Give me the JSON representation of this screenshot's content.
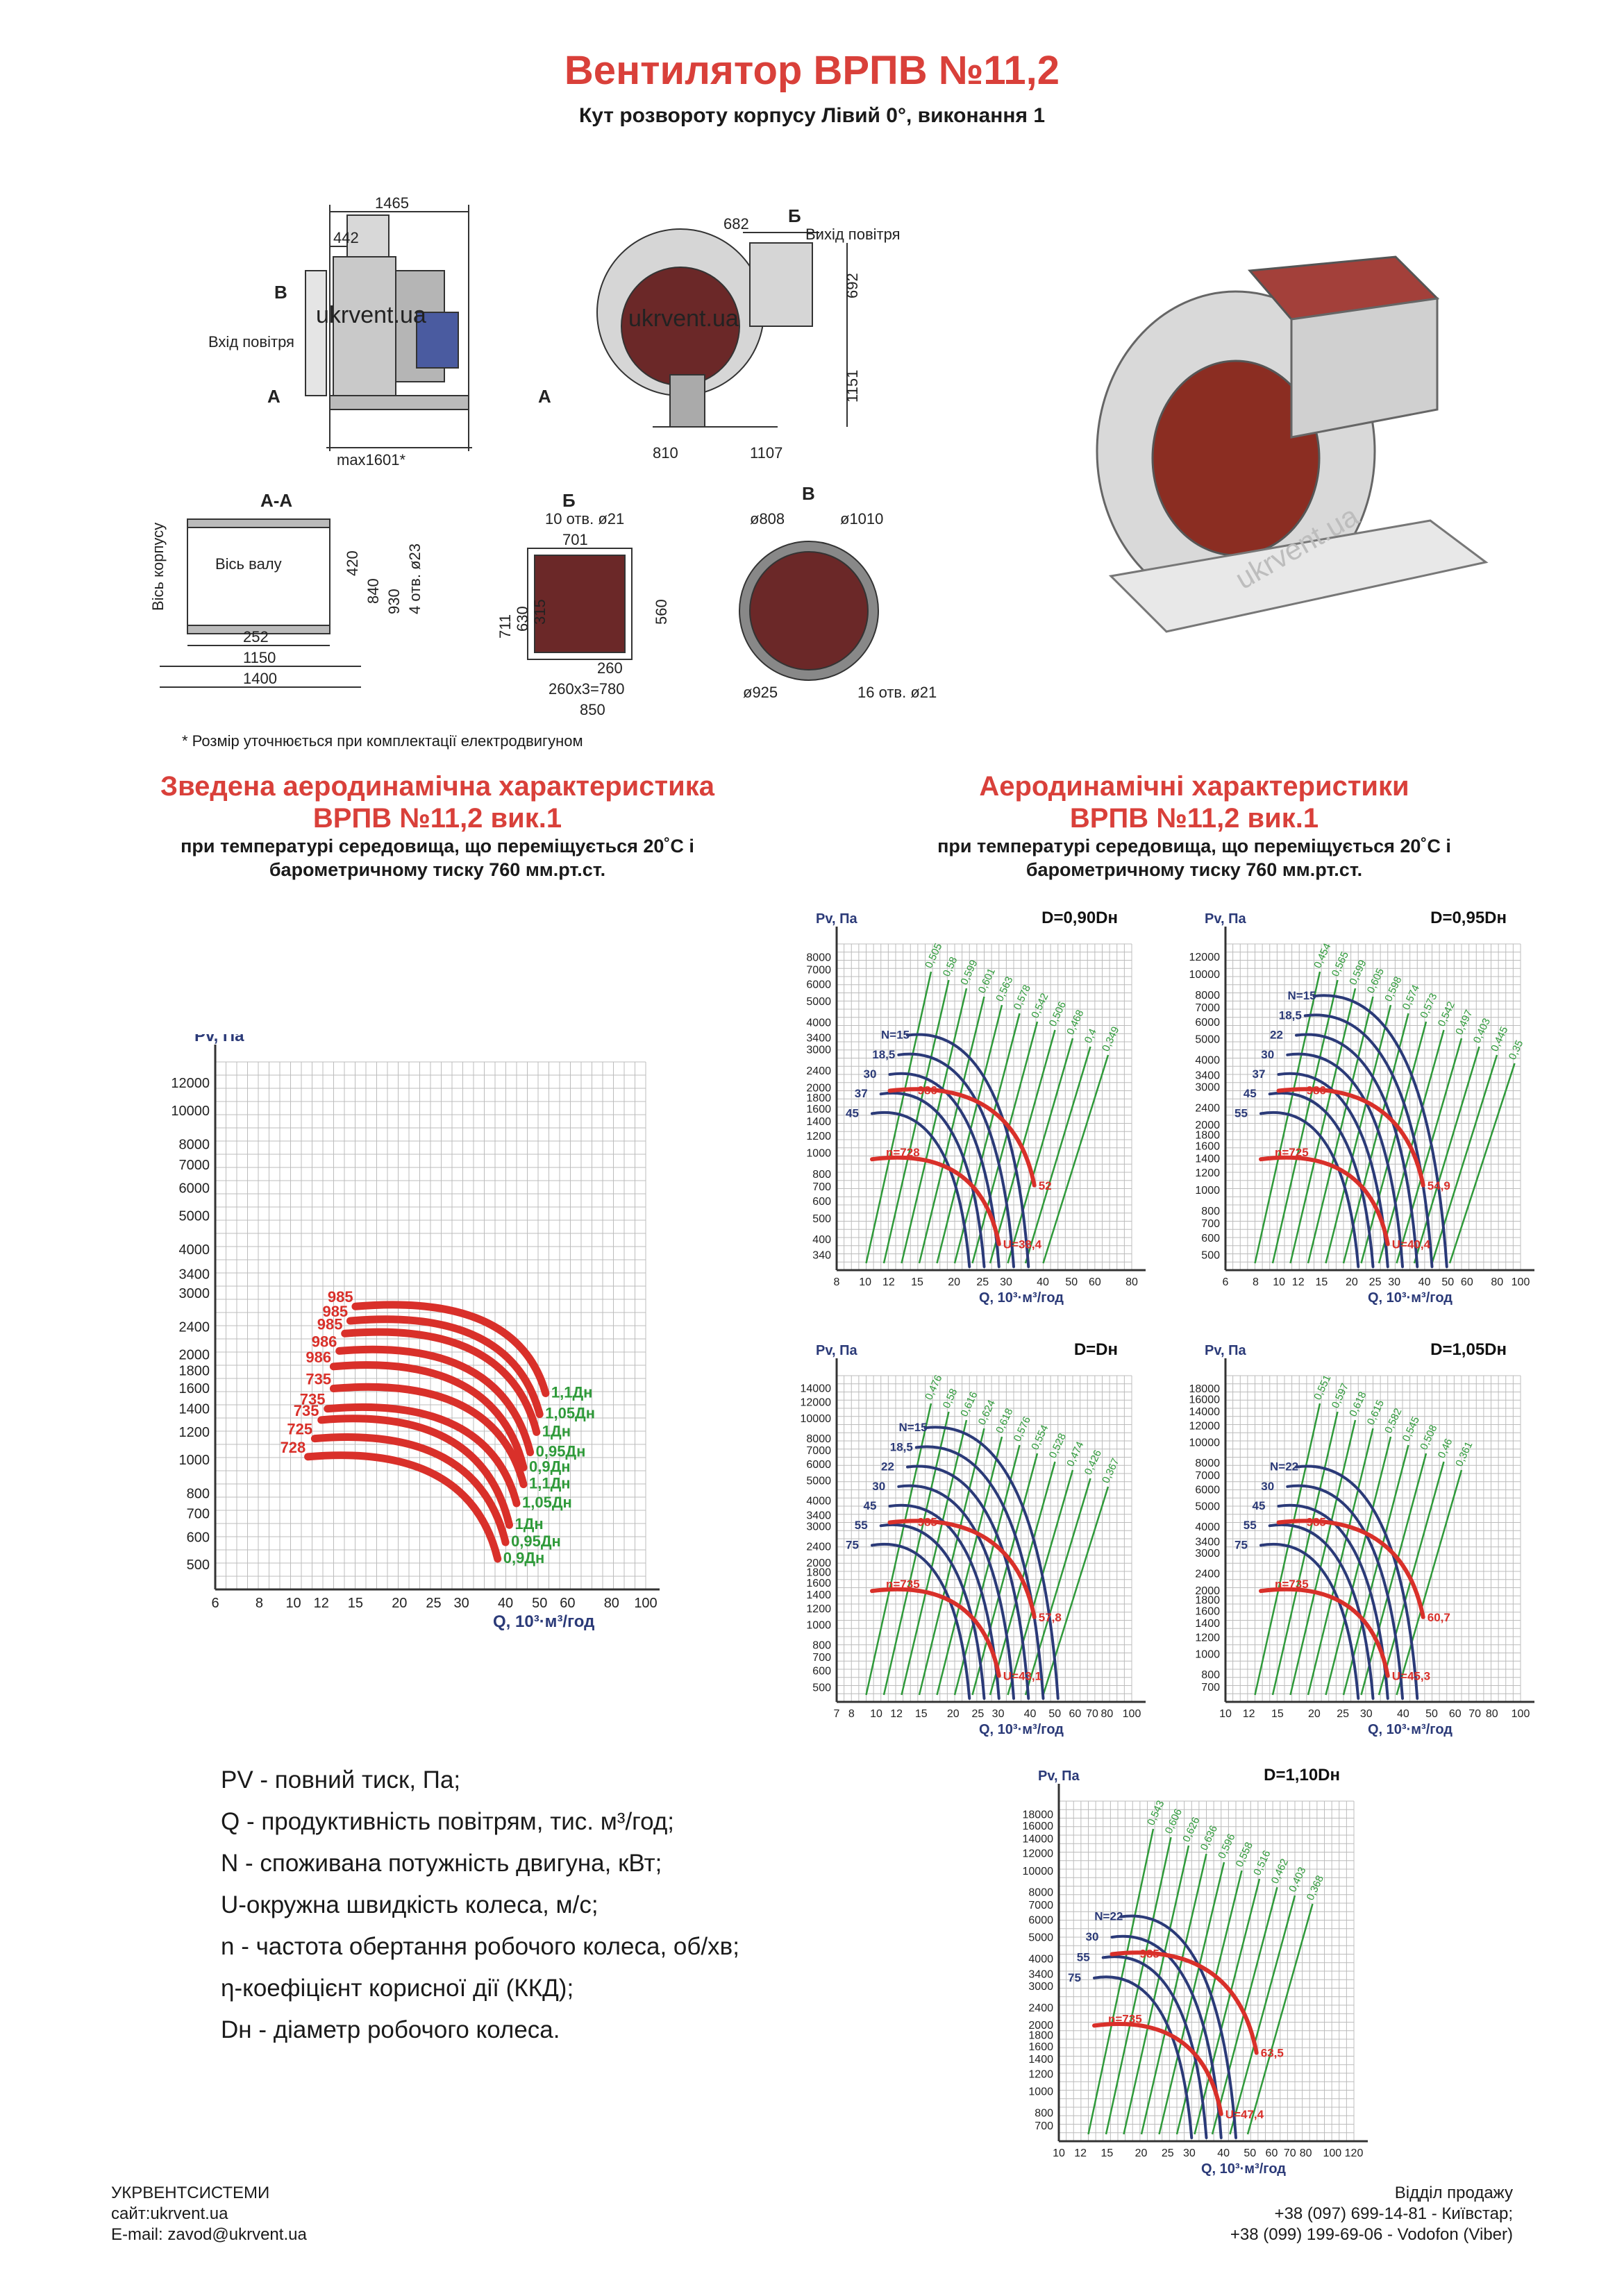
{
  "header": {
    "title": "Вентилятор ВРПВ №11,2",
    "subtitle": "Кут розвороту корпусу Лівий 0°, виконання 1"
  },
  "drawing": {
    "side": {
      "d1465": "1465",
      "d442": "442",
      "max": "max1601*",
      "label_v": "В",
      "inlet": "Вхід повітря",
      "label_a1": "А",
      "label_a2": "А"
    },
    "front": {
      "d682": "682",
      "label_b": "Б",
      "outlet": "Вихід повітря",
      "d692": "692",
      "d1151": "1151",
      "d810": "810",
      "d1107": "1107"
    },
    "aa": {
      "title": "А-А",
      "axis_body": "Вісь корпусу",
      "axis_shaft": "Вісь валу",
      "d420": "420",
      "d840": "840",
      "d930": "930",
      "holes": "4 отв. ø23",
      "d252": "252",
      "d1150": "1150",
      "d1400": "1400"
    },
    "b": {
      "title": "Б",
      "holes": "10 отв. ø21",
      "d701": "701",
      "d711": "711",
      "d630": "630",
      "d315": "315",
      "d560": "560",
      "d260": "260",
      "d780": "260x3=780",
      "d850": "850"
    },
    "v": {
      "title": "В",
      "d808": "ø808",
      "d1010": "ø1010",
      "d925": "ø925",
      "holes": "16 отв. ø21"
    },
    "watermark": "ukrvent.ua",
    "footnote": "* Розмір уточнюється при комплектації електродвигуном"
  },
  "summary": {
    "title1": "Зведена аеродинамічна характеристика",
    "title2": "ВРПВ №11,2 вик.1",
    "sub1": "при температурі середовища, що переміщується 20˚С і",
    "sub2": "барометричному тиску 760 мм.рт.ст."
  },
  "detail": {
    "title1": "Аеродинамічні характеристики",
    "title2": "ВРПВ №11,2 вик.1",
    "sub1": "при температурі середовища, що переміщується 20˚С і",
    "sub2": "барометричному тиску 760 мм.рт.ст."
  },
  "chart_data": [
    {
      "type": "line",
      "id": "summary",
      "ylabel": "Pv, Па",
      "xlabel": "Q, 10³·м³/год",
      "xscale": "log",
      "yscale": "log",
      "x_ticks": [
        6,
        8,
        10,
        12,
        15,
        20,
        25,
        30,
        40,
        50,
        60,
        80,
        100
      ],
      "y_ticks": [
        500,
        600,
        700,
        800,
        1000,
        1200,
        1400,
        1600,
        1800,
        2000,
        2400,
        3000,
        3400,
        4000,
        5000,
        6000,
        7000,
        8000,
        10000,
        12000
      ],
      "series": [
        {
          "name": "1,1Дн",
          "rpm": "985",
          "start": [
            15,
            2750
          ],
          "end": [
            52,
            1550
          ]
        },
        {
          "name": "1,05Дн",
          "rpm": "985",
          "start": [
            14.5,
            2500
          ],
          "end": [
            50,
            1350
          ]
        },
        {
          "name": "1Дн",
          "rpm": "985",
          "start": [
            14,
            2300
          ],
          "end": [
            49,
            1200
          ]
        },
        {
          "name": "0,95Дн",
          "rpm": "986",
          "start": [
            13.5,
            2050
          ],
          "end": [
            47,
            1050
          ]
        },
        {
          "name": "0,9Дн",
          "rpm": "986",
          "start": [
            13,
            1850
          ],
          "end": [
            45,
            950
          ]
        },
        {
          "name": "1,1Дн",
          "rpm": "735",
          "start": [
            13,
            1600
          ],
          "end": [
            45,
            850
          ]
        },
        {
          "name": "1,05Дн",
          "rpm": "735",
          "start": [
            12.5,
            1400
          ],
          "end": [
            43,
            750
          ]
        },
        {
          "name": "1Дн",
          "rpm": "735",
          "start": [
            12,
            1300
          ],
          "end": [
            41,
            650
          ]
        },
        {
          "name": "0,95Дн",
          "rpm": "725",
          "start": [
            11.5,
            1150
          ],
          "end": [
            40,
            580
          ]
        },
        {
          "name": "0,9Дн",
          "rpm": "728",
          "start": [
            11,
            1020
          ],
          "end": [
            38,
            520
          ]
        }
      ]
    },
    {
      "type": "line",
      "id": "d090",
      "title": "D=0,90Dн",
      "ylabel": "Pv, Па",
      "xlabel": "Q, 10³·м³/год",
      "x_ticks": [
        8,
        10,
        12,
        15,
        20,
        25,
        30,
        40,
        50,
        60,
        80
      ],
      "y_ticks": [
        340,
        400,
        500,
        600,
        700,
        800,
        1000,
        1200,
        1400,
        1600,
        1800,
        2000,
        2400,
        3000,
        3400,
        4000,
        5000,
        6000,
        7000,
        8000
      ],
      "power_labels": [
        "N=15",
        "18,5",
        "30",
        "37",
        "45"
      ],
      "efficiency_labels": [
        "0,505",
        "0,58",
        "0,599",
        "0,601",
        "0,563",
        "0,578",
        "0,542",
        "0,506",
        "0,468",
        "0,4",
        "0,349"
      ],
      "rpm_labels": [
        "986",
        "n=728"
      ],
      "end_labels": [
        "52",
        "U=38,4"
      ]
    },
    {
      "type": "line",
      "id": "d095",
      "title": "D=0,95Dн",
      "ylabel": "Pv, Па",
      "xlabel": "Q, 10³·м³/год",
      "x_ticks": [
        6,
        8,
        10,
        12,
        15,
        20,
        25,
        30,
        40,
        50,
        60,
        80,
        100
      ],
      "y_ticks": [
        500,
        600,
        700,
        800,
        1000,
        1200,
        1400,
        1600,
        1800,
        2000,
        2400,
        3000,
        3400,
        4000,
        5000,
        6000,
        7000,
        8000,
        10000,
        12000
      ],
      "power_labels": [
        "N=15",
        "18,5",
        "22",
        "30",
        "37",
        "45",
        "55"
      ],
      "efficiency_labels": [
        "0,454",
        "0,565",
        "0,599",
        "0,605",
        "0,598",
        "0,574",
        "0,573",
        "0,542",
        "0,497",
        "0,403",
        "0,445",
        "0,35"
      ],
      "rpm_labels": [
        "986",
        "n=725"
      ],
      "end_labels": [
        "54,9",
        "U=40,4"
      ]
    },
    {
      "type": "line",
      "id": "d100",
      "title": "D=Dн",
      "ylabel": "Pv, Па",
      "xlabel": "Q, 10³·м³/год",
      "x_ticks": [
        7,
        8,
        10,
        12,
        15,
        20,
        25,
        30,
        40,
        50,
        60,
        70,
        80,
        100
      ],
      "y_ticks": [
        500,
        600,
        700,
        800,
        1000,
        1200,
        1400,
        1600,
        1800,
        2000,
        2400,
        3000,
        3400,
        4000,
        5000,
        6000,
        7000,
        8000,
        10000,
        12000,
        14000
      ],
      "power_labels": [
        "N=15",
        "18,5",
        "22",
        "30",
        "45",
        "55",
        "75"
      ],
      "efficiency_labels": [
        "0,476",
        "0,58",
        "0,616",
        "0,624",
        "0,618",
        "0,576",
        "0,554",
        "0,528",
        "0,474",
        "0,426",
        "0,367"
      ],
      "rpm_labels": [
        "985",
        "n=735"
      ],
      "end_labels": [
        "57,8",
        "U=43,1"
      ]
    },
    {
      "type": "line",
      "id": "d105",
      "title": "D=1,05Dн",
      "ylabel": "Pv, Па",
      "xlabel": "Q, 10³·м³/год",
      "x_ticks": [
        10,
        12,
        15,
        20,
        25,
        30,
        40,
        50,
        60,
        70,
        80,
        100
      ],
      "y_ticks": [
        700,
        800,
        1000,
        1200,
        1400,
        1600,
        1800,
        2000,
        2400,
        3000,
        3400,
        4000,
        5000,
        6000,
        7000,
        8000,
        10000,
        12000,
        14000,
        16000,
        18000
      ],
      "power_labels": [
        "N=22",
        "30",
        "45",
        "55",
        "75"
      ],
      "efficiency_labels": [
        "0,551",
        "0,597",
        "0,618",
        "0,615",
        "0,582",
        "0,545",
        "0,508",
        "0,46",
        "0,361"
      ],
      "rpm_labels": [
        "985",
        "n=735"
      ],
      "end_labels": [
        "60,7",
        "U=45,3"
      ]
    },
    {
      "type": "line",
      "id": "d110",
      "title": "D=1,10Dн",
      "ylabel": "Pv, Па",
      "xlabel": "Q, 10³·м³/год",
      "x_ticks": [
        10,
        12,
        15,
        20,
        25,
        30,
        40,
        50,
        60,
        70,
        80,
        100,
        120
      ],
      "y_ticks": [
        700,
        800,
        1000,
        1200,
        1400,
        1600,
        1800,
        2000,
        2400,
        3000,
        3400,
        4000,
        5000,
        6000,
        7000,
        8000,
        10000,
        12000,
        14000,
        16000,
        18000
      ],
      "power_labels": [
        "N=22",
        "30",
        "55",
        "75"
      ],
      "efficiency_labels": [
        "0,543",
        "0,606",
        "0,626",
        "0,636",
        "0,596",
        "0,558",
        "0,516",
        "0,462",
        "0,403",
        "0,368"
      ],
      "rpm_labels": [
        "985",
        "n=735"
      ],
      "end_labels": [
        "63,5",
        "U=47,4"
      ]
    }
  ],
  "legend": [
    "PV - повний тиск, Па;",
    "Q - продуктивність повітрям, тис. м³/год;",
    "N - споживана потужність двигуна, кВт;",
    "U-окружна швидкість колеса, м/с;",
    "n - частота обертання робочого колеса, об/хв;",
    "η-коефіцієнт корисної дії (ККД);",
    "Dн - діаметр робочого колеса."
  ],
  "footer": {
    "company": "УКРВЕНТСИСТЕМИ",
    "site": "сайт:ukrvent.ua",
    "email": "E-mail: zavod@ukrvent.ua",
    "dept": "Відділ продажу",
    "phone1": "+38 (097) 699-14-81 - Київстар;",
    "phone2": "+38 (099) 199-69-06 - Vodofon (Viber)"
  },
  "colors": {
    "title_red": "#d9403a",
    "curve_red": "#d9302a",
    "curve_blue": "#2b3a78",
    "eff_green": "#2f9a3a",
    "grid": "#bcbcbc"
  }
}
